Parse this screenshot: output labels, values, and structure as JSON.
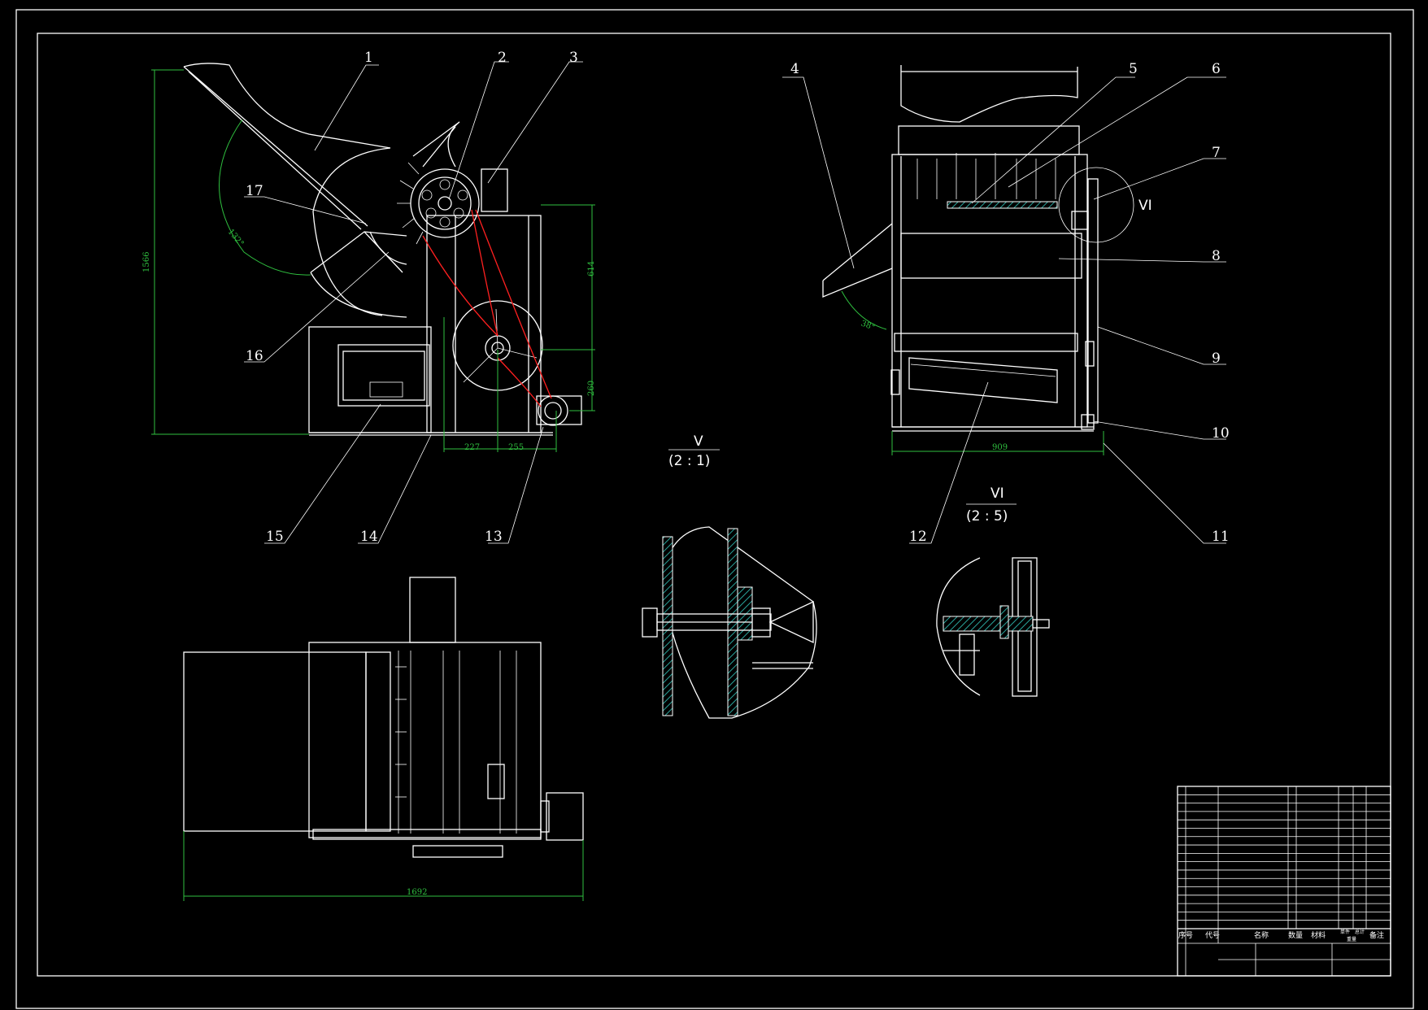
{
  "labels": [
    "1",
    "2",
    "3",
    "4",
    "5",
    "6",
    "7",
    "8",
    "9",
    "10",
    "11",
    "12",
    "13",
    "14",
    "15",
    "16",
    "17"
  ],
  "dims": {
    "height": "1566",
    "angle_left": "132°",
    "d614": "614",
    "d260": "260",
    "d227": "227",
    "d255": "255",
    "angle_right": "38°",
    "d909": "909",
    "d1692": "1692"
  },
  "details": {
    "v_name": "V",
    "v_scale": "(2 : 1)",
    "vi_name": "VI",
    "vi_scale": "(2 : 5)",
    "vi_callout": "VI"
  },
  "title_block": {
    "col_seq": "序号",
    "col_code": "代号",
    "col_name": "名称",
    "col_qty": "数量",
    "col_material": "材料",
    "col_weight_unit": "单件",
    "col_weight_total": "总计",
    "col_weight": "重量",
    "col_note": "备注"
  },
  "colors": {
    "background": "#000000",
    "lines": "#ffffff",
    "dimension": "#2fbf3f",
    "belt": "#ff2020",
    "hatch": "#2aa39a"
  }
}
